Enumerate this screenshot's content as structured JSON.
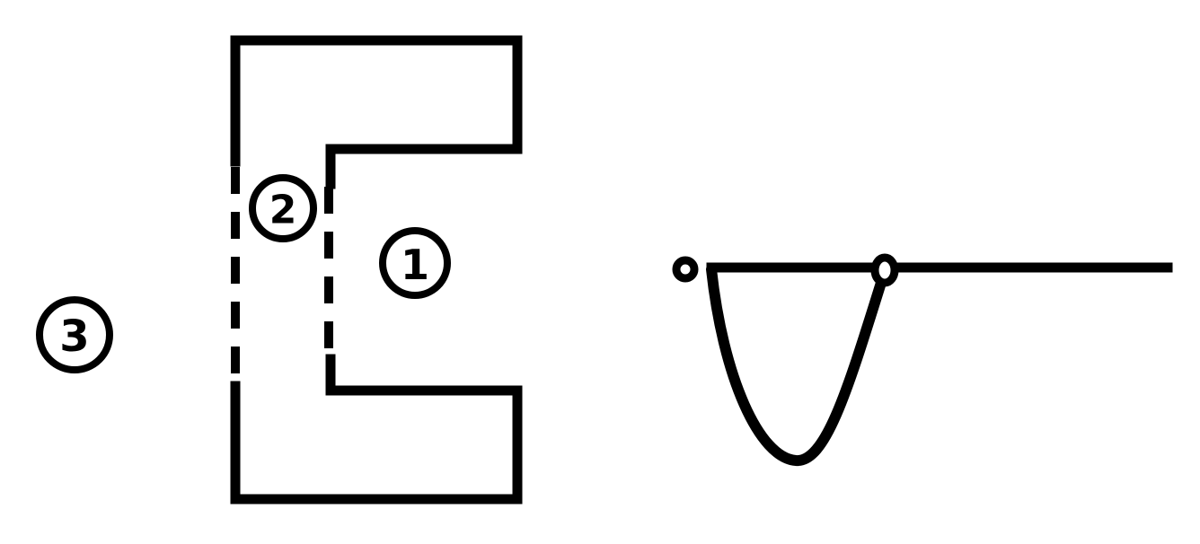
{
  "regions": {
    "region_1": "1",
    "region_2": "2",
    "region_3": "3"
  },
  "colors": {
    "ink": "#000000",
    "background": "#ffffff"
  }
}
